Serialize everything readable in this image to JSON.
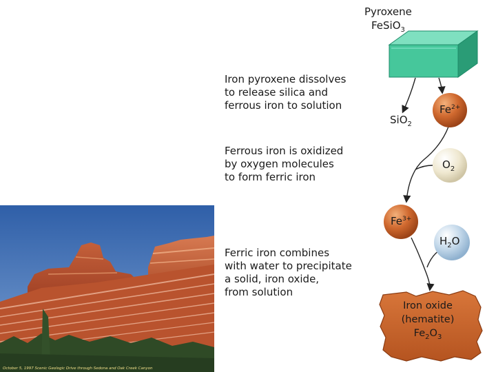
{
  "pyroxene": {
    "name": "Pyroxene",
    "formula_main": "FeSiO",
    "formula_sub": "3"
  },
  "steps": [
    {
      "lines": [
        "Iron pyroxene dissolves",
        "to release silica and",
        "ferrous iron to solution"
      ]
    },
    {
      "lines": [
        "Ferrous iron is oxidized",
        "by oxygen molecules",
        "to form ferric iron"
      ]
    },
    {
      "lines": [
        "Ferric iron combines",
        "with water to precipitate",
        "a solid, iron oxide,",
        "from solution"
      ]
    }
  ],
  "species": {
    "sio2": {
      "main": "SiO",
      "sub": "2"
    },
    "fe2": {
      "main": "Fe",
      "sup": "2+"
    },
    "o2": {
      "main": "O",
      "sub": "2"
    },
    "fe3": {
      "main": "Fe",
      "sup": "3+"
    },
    "h2o": {
      "main1": "H",
      "sub": "2",
      "main2": "O"
    }
  },
  "oxide": {
    "line1": "Iron oxide",
    "line2": "(hematite)",
    "formula_a": "Fe",
    "sub_a": "2",
    "formula_b": "O",
    "sub_b": "3"
  },
  "photo": {
    "caption": "October 5, 1997 Scenic Geologic Drive through Sedona and Oak Creek Canyon"
  },
  "colors": {
    "crystal": "#3fbf94",
    "fe_ball": "#c8602a",
    "o2_ball": "#ece6cf",
    "h2o_ball": "#b6cfe3",
    "oxide": "#c6612a"
  }
}
